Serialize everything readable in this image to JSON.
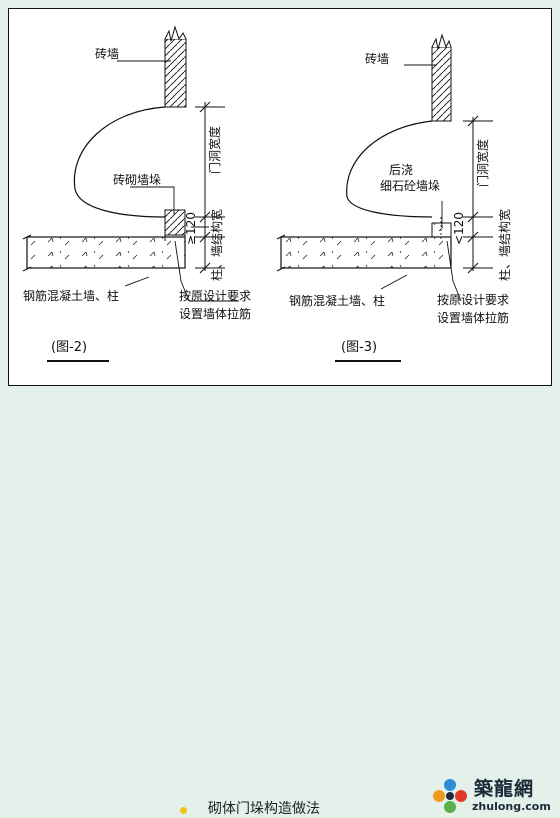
{
  "figures": [
    {
      "caption": "(图-2)",
      "labels": {
        "brick_wall": "砖墙",
        "door_width": "门洞宽度",
        "pier": "砖砌墙垛",
        "dim": "≥120",
        "column_width": "柱、墙结构宽",
        "rc_wall": "钢筋混凝土墙、柱",
        "ties": [
          "按原设计要求",
          "设置墙体拉筋"
        ]
      }
    },
    {
      "caption": "(图-3)",
      "labels": {
        "brick_wall": "砖墙",
        "door_width": "门洞宽度",
        "pier": [
          "后浇",
          "细石砼墙垛"
        ],
        "dim": "<120",
        "column_width": "柱、墙结构宽",
        "rc_wall": "钢筋混凝土墙、柱",
        "ties": [
          "按原设计要求",
          "设置墙体拉筋"
        ]
      }
    }
  ],
  "footer": {
    "caption": "砌体门垛构造做法",
    "logo_text": "築龍網",
    "logo_url": "zhulong.com"
  },
  "colors": {
    "background": "#e3f1ea",
    "bullet": "#f3c21b",
    "logo_blue": "#2a8fd6",
    "logo_orange": "#f29a1f",
    "logo_red": "#e0392b",
    "logo_green": "#5bb04a"
  }
}
